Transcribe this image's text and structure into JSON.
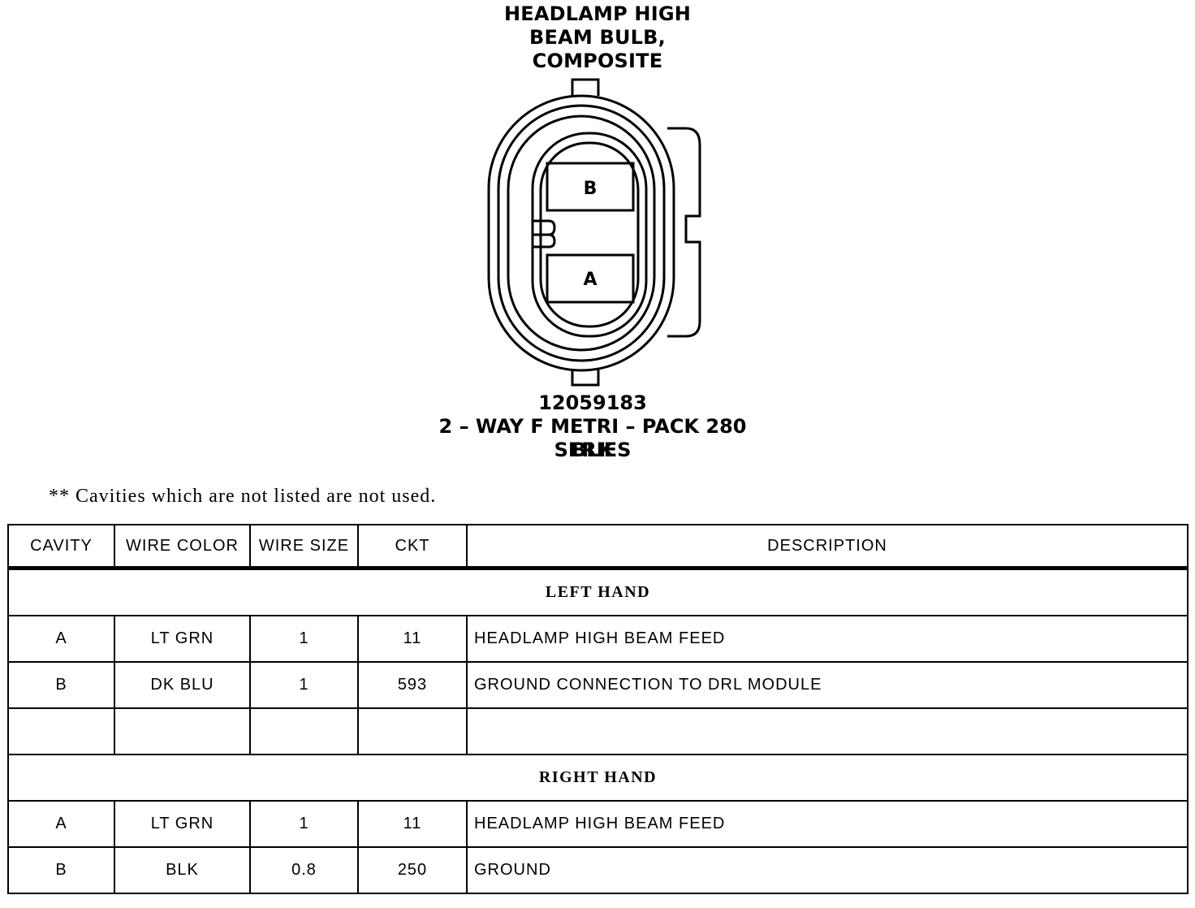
{
  "connector": {
    "title_lines": [
      "HEADLAMP HIGH",
      "BEAM BULB,",
      "COMPOSITE"
    ],
    "cavity_labels": [
      "B",
      "A"
    ],
    "part_number": "12059183",
    "series": "2 – WAY F METRI – PACK 280 SERIES",
    "color": "BLK"
  },
  "note": "** Cavities which are not listed are not used.",
  "table": {
    "headers": [
      "CAVITY",
      "WIRE COLOR",
      "WIRE SIZE",
      "CKT",
      "DESCRIPTION"
    ],
    "sections": [
      {
        "label": "LEFT HAND",
        "rows": [
          {
            "cavity": "A",
            "color": "LT GRN",
            "size": "1",
            "ckt": "11",
            "desc": "HEADLAMP HIGH BEAM FEED"
          },
          {
            "cavity": "B",
            "color": "DK BLU",
            "size": "1",
            "ckt": "593",
            "desc": "GROUND CONNECTION TO DRL MODULE"
          },
          {
            "cavity": "",
            "color": "",
            "size": "",
            "ckt": "",
            "desc": ""
          }
        ]
      },
      {
        "label": "RIGHT HAND",
        "rows": [
          {
            "cavity": "A",
            "color": "LT GRN",
            "size": "1",
            "ckt": "11",
            "desc": "HEADLAMP HIGH BEAM FEED"
          },
          {
            "cavity": "B",
            "color": "BLK",
            "size": "0.8",
            "ckt": "250",
            "desc": "GROUND"
          }
        ]
      }
    ]
  }
}
